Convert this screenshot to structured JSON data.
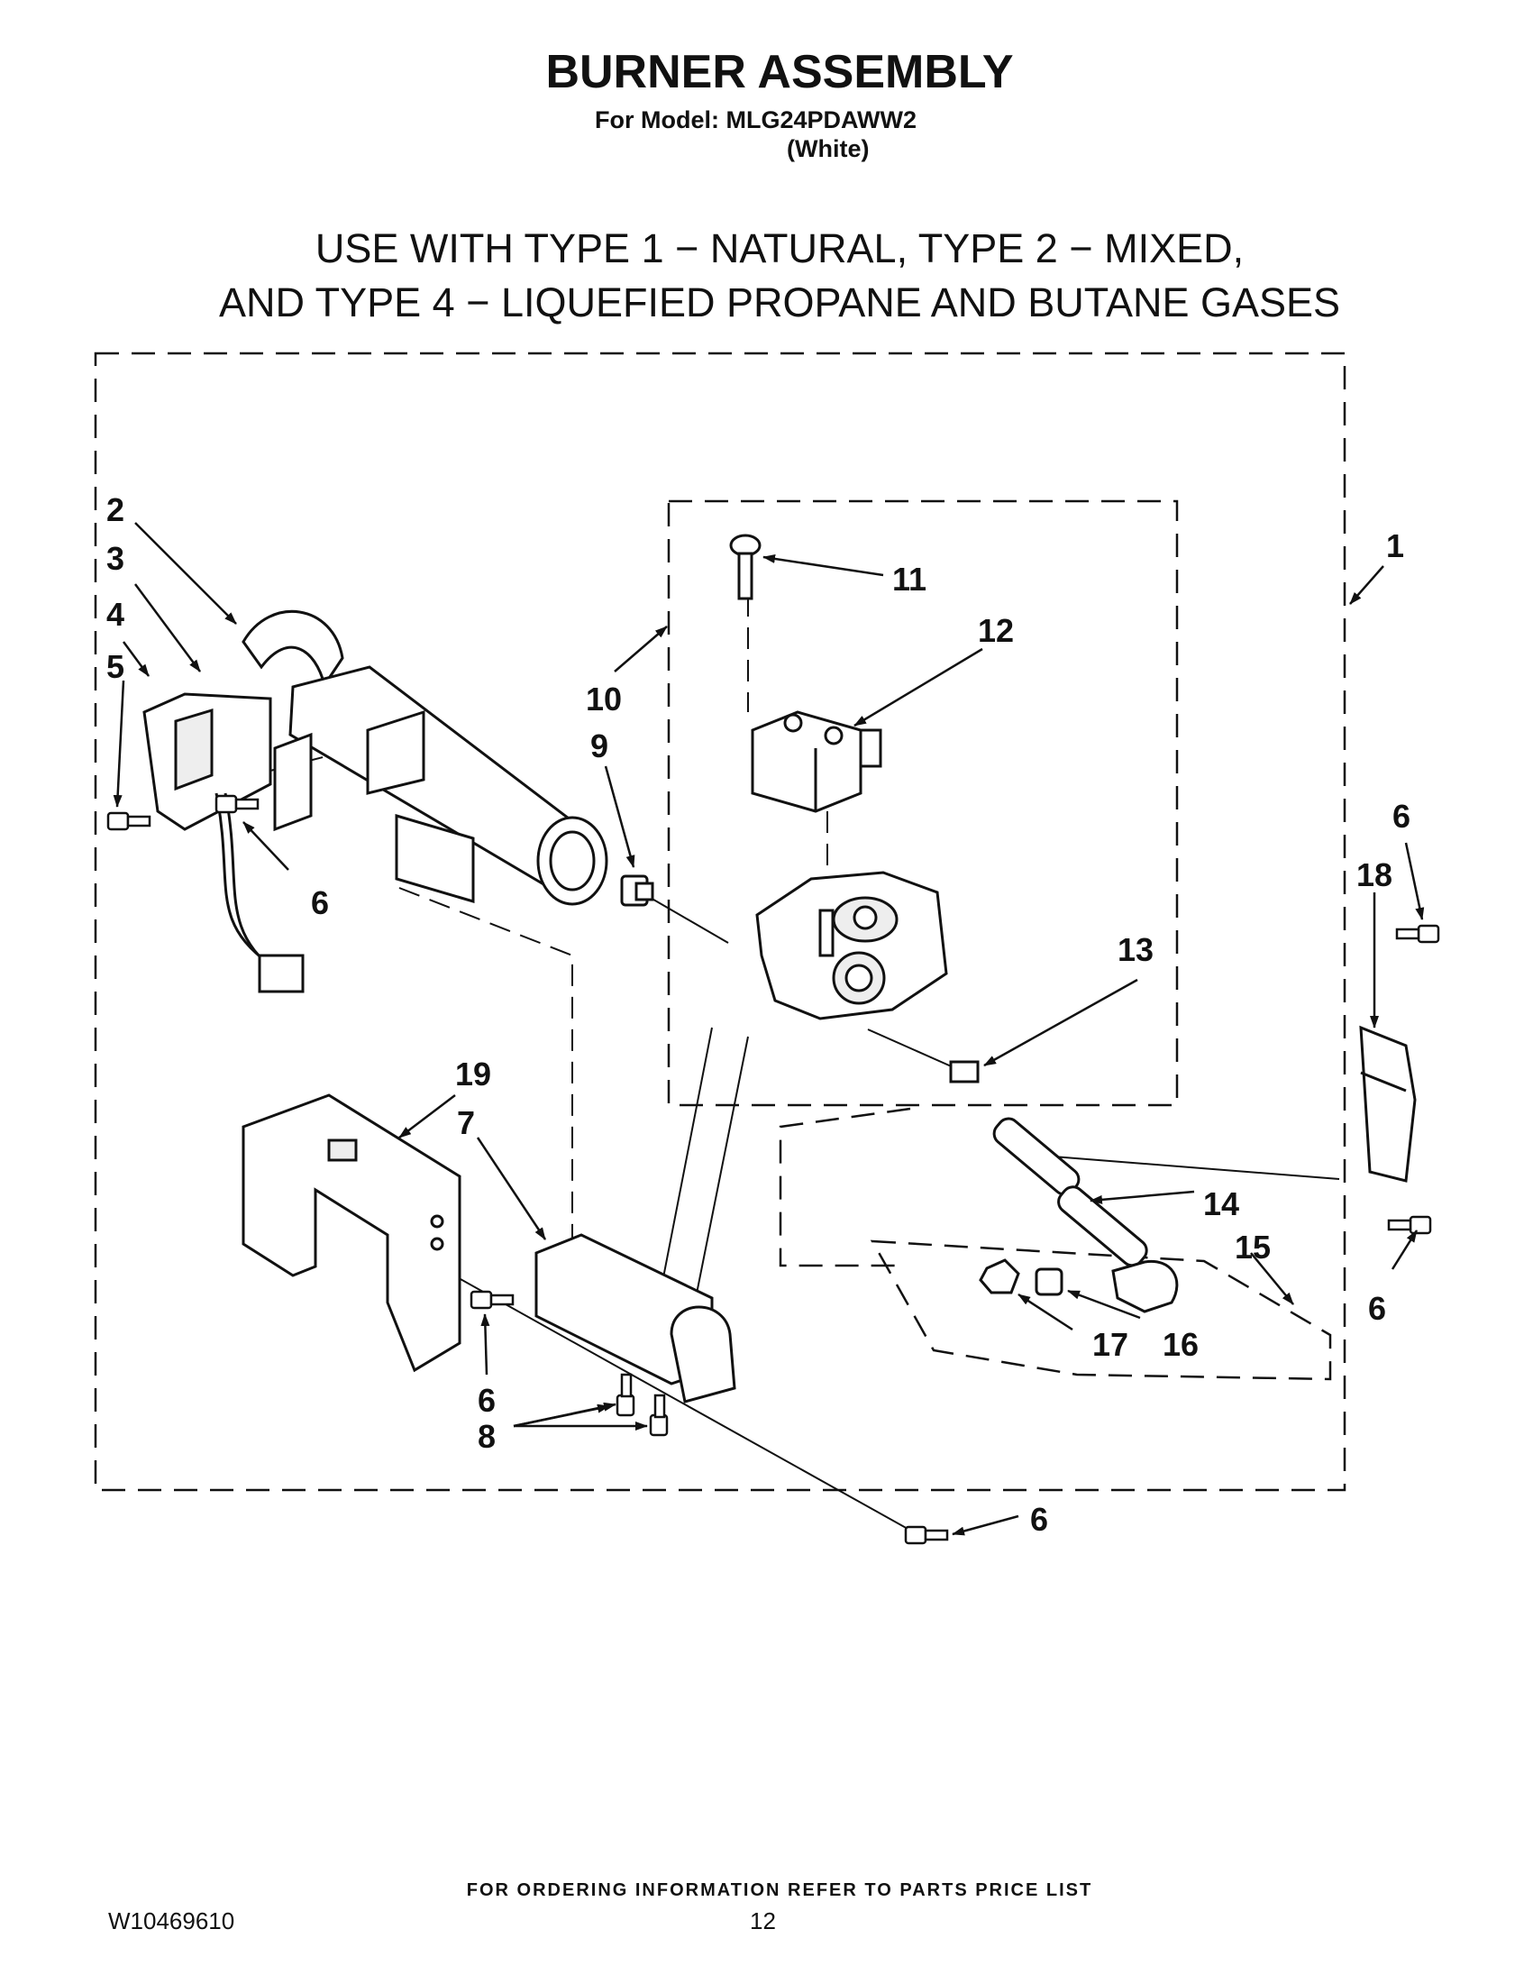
{
  "header": {
    "title": "BURNER ASSEMBLY",
    "model_line": "For Model: MLG24PDAWW2",
    "variant": "(White)"
  },
  "usage": {
    "line1": "USE WITH TYPE 1 − NATURAL, TYPE 2 − MIXED,",
    "line2": "AND TYPE 4 − LIQUEFIED PROPANE AND BUTANE GASES"
  },
  "callouts": {
    "c1": "1",
    "c2": "2",
    "c3": "3",
    "c4": "4",
    "c5": "5",
    "c6a": "6",
    "c6b": "6",
    "c6c": "6",
    "c6d": "6",
    "c6e": "6",
    "c6f": "6",
    "c7": "7",
    "c8": "8",
    "c9": "9",
    "c10": "10",
    "c11": "11",
    "c12": "12",
    "c13": "13",
    "c14": "14",
    "c15": "15",
    "c16": "16",
    "c17": "17",
    "c18": "18",
    "c19": "19"
  },
  "footer": {
    "ordering_note": "FOR ORDERING INFORMATION REFER TO PARTS PRICE LIST",
    "doc_number": "W10469610",
    "page_number": "12"
  },
  "colors": {
    "ink": "#111111",
    "background": "#ffffff",
    "part_fill": "#eeeeee"
  }
}
